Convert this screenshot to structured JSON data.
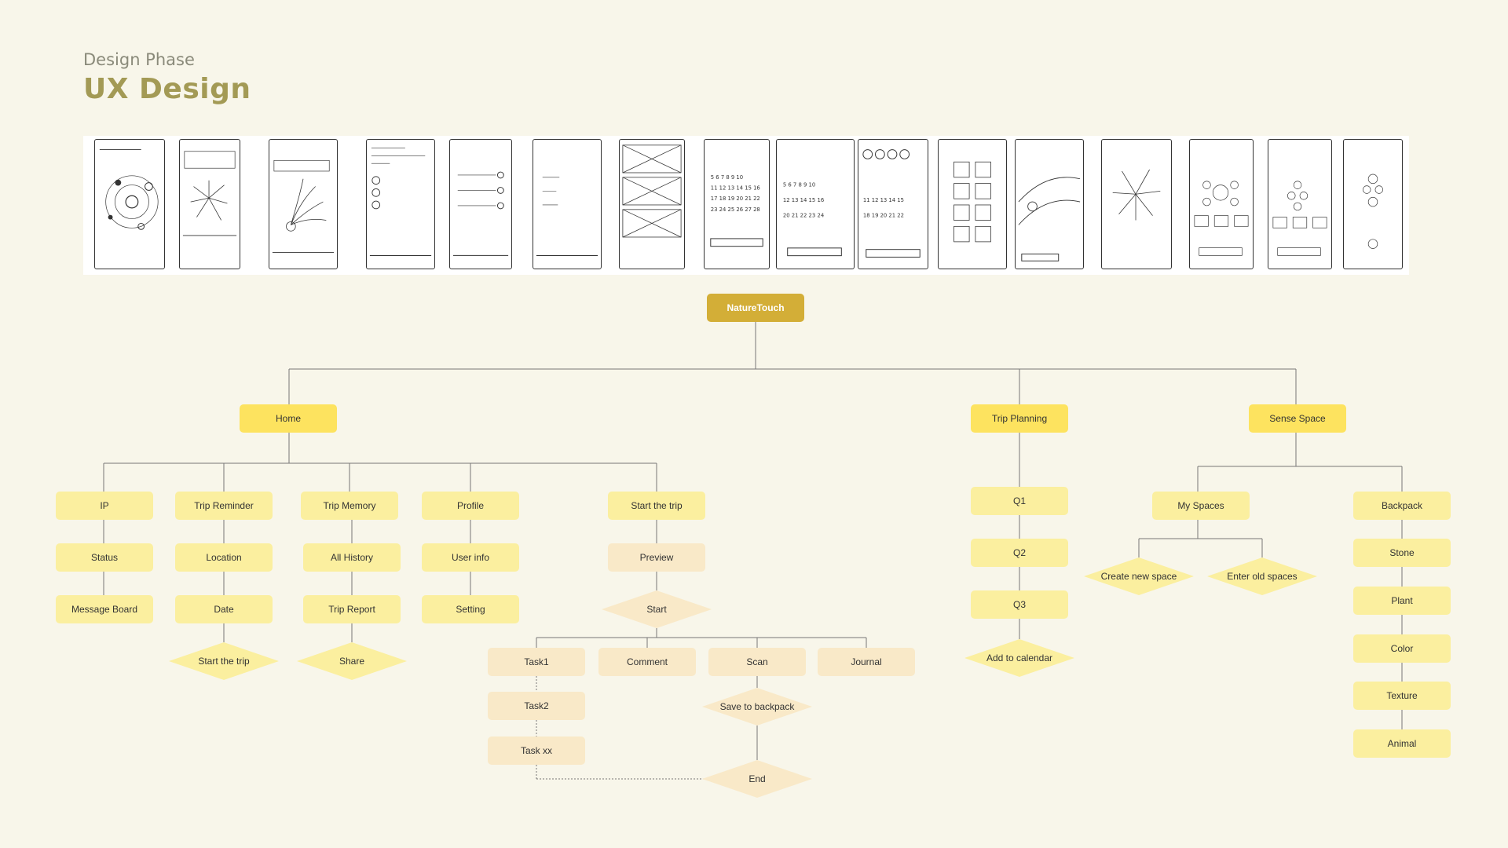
{
  "header": {
    "subtitle": "Design Phase",
    "title": "UX Design"
  },
  "colors": {
    "background": "#f8f6ea",
    "root": "#d3ae37",
    "level1": "#fde35f",
    "level2": "#fbef9f",
    "level3": "#f9e9c8",
    "title": "#a39a55"
  },
  "sketches": {
    "count": 16,
    "description_hidden": true
  },
  "tree": {
    "root": "NatureTouch",
    "home": {
      "label": "Home",
      "ip": {
        "label": "IP",
        "status": "Status",
        "message_board": "Message Board"
      },
      "trip_reminder": {
        "label": "Trip Reminder",
        "location": "Location",
        "date": "Date",
        "start": "Start the trip"
      },
      "trip_memory": {
        "label": "Trip Memory",
        "all_history": "All History",
        "trip_report": "Trip Report",
        "share": "Share"
      },
      "profile": {
        "label": "Profile",
        "user_info": "User info",
        "setting": "Setting"
      },
      "start_trip": {
        "label": "Start the trip",
        "preview": "Preview",
        "start": "Start",
        "task1": "Task1",
        "task2": "Task2",
        "taskxx": "Task xx",
        "comment": "Comment",
        "scan": "Scan",
        "journal": "Journal",
        "save": "Save to backpack",
        "end": "End"
      }
    },
    "trip_planning": {
      "label": "Trip Planning",
      "q1": "Q1",
      "q2": "Q2",
      "q3": "Q3",
      "calendar": "Add to calendar"
    },
    "sense_space": {
      "label": "Sense Space",
      "my_spaces": {
        "label": "My Spaces",
        "create": "Create new space",
        "enter": "Enter old spaces"
      },
      "backpack": {
        "label": "Backpack",
        "items": [
          "Stone",
          "Plant",
          "Color",
          "Texture",
          "Animal"
        ]
      }
    }
  }
}
